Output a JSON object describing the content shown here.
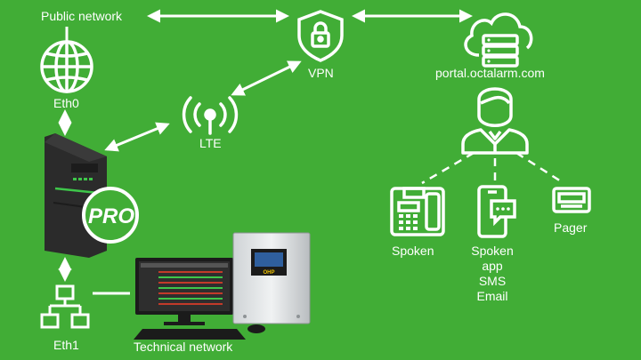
{
  "labels": {
    "public_network": "Public network",
    "vpn": "VPN",
    "portal": "portal.octalarm.com",
    "eth0": "Eth0",
    "lte": "LTE",
    "eth1": "Eth1",
    "technical_network": "Technical network",
    "spoken": "Spoken",
    "spoken_app_sms_email": [
      "Spoken",
      "app",
      "SMS",
      "Email"
    ],
    "pager": "Pager",
    "pro_badge": "PRO",
    "device_brand": "OHP"
  },
  "colors": {
    "background": "#41ad36",
    "foreground": "#ffffff",
    "device_body": "#2b2b2b",
    "device_accent": "#3ec64a"
  },
  "icons": [
    "globe-icon",
    "shield-lock-icon",
    "cloud-server-icon",
    "lte-antenna-icon",
    "person-icon",
    "desk-phone-icon",
    "smartphone-chat-icon",
    "pager-icon",
    "network-tree-icon"
  ]
}
